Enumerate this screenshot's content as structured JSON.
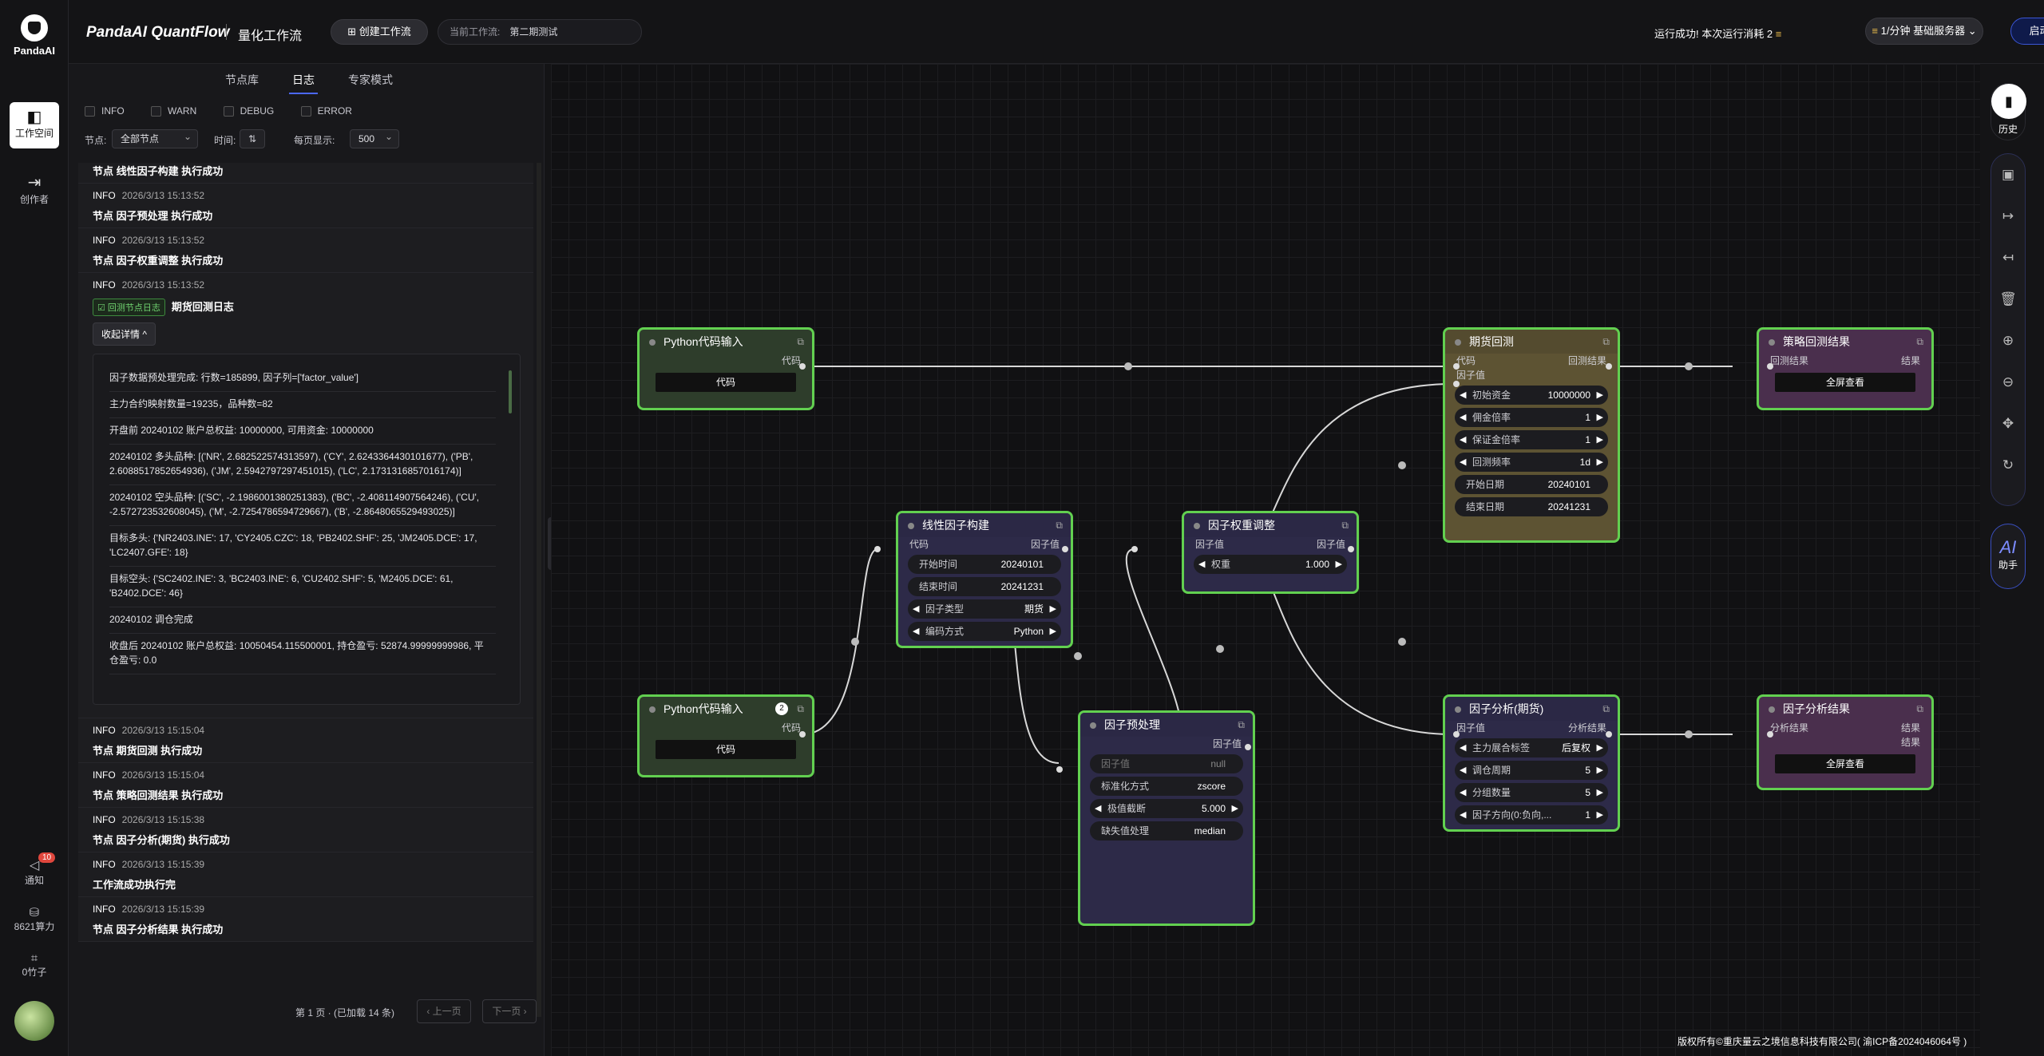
{
  "brand": {
    "logo_text": "PandaAI",
    "name": "PandaAI QuantFlow",
    "subtitle": "量化工作流"
  },
  "rail": {
    "workspace": "工作空间",
    "creator": "创作者",
    "notify": "通知",
    "notify_count": "10",
    "compute": "8621算力",
    "bamboo": "0竹子"
  },
  "topbar": {
    "create_btn": "⊞ 创建工作流",
    "wf_label": "当前工作流:",
    "wf_value": "第二期测试",
    "run_status": "运行成功! 本次运行消耗 2",
    "coin_icon": "coin-icon",
    "speed": "1/分钟  基础服务器",
    "start": "启动工作流"
  },
  "panel": {
    "tabs": [
      "节点库",
      "日志",
      "专家模式"
    ],
    "active_tab": "日志",
    "levels": [
      "INFO",
      "WARN",
      "DEBUG",
      "ERROR"
    ],
    "node_label": "节点:",
    "node_value": "全部节点",
    "time_label": "时间:",
    "time_icon": "sort-icon",
    "page_label": "每页显示:",
    "page_value": "500",
    "first_msg": "节点 线性因子构建 执行成功",
    "logs_before": [
      {
        "level": "INFO",
        "time": "2026/3/13 15:13:52",
        "msg": "节点 因子预处理 执行成功"
      },
      {
        "level": "INFO",
        "time": "2026/3/13 15:13:52",
        "msg": "节点 因子权重调整 执行成功"
      }
    ],
    "backtest_log": {
      "level": "INFO",
      "time": "2026/3/13 15:13:52",
      "tag": "回测节点日志",
      "title": "期货回测日志",
      "fold": "收起详情 ^",
      "lines": [
        "因子数据预处理完成: 行数=185899, 因子列=['factor_value']",
        "主力合约映射数量=19235，品种数=82",
        "开盘前 20240102 账户总权益: 10000000, 可用资金: 10000000",
        "20240102 多头品种: [('NR', 2.682522574313597), ('CY', 2.6243364430101677), ('PB', 2.6088517852654936), ('JM', 2.5942797297451015), ('LC', 2.1731316857016174)]",
        "20240102 空头品种: [('SC', -2.1986001380251383), ('BC', -2.408114907564246), ('CU', -2.572723532608045), ('M', -2.7254786594729667), ('B', -2.8648065529493025)]",
        "目标多头: {'NR2403.INE': 17, 'CY2405.CZC': 18, 'PB2402.SHF': 25, 'JM2405.DCE': 17, 'LC2407.GFE': 18}",
        "目标空头: {'SC2402.INE': 3, 'BC2403.INE': 6, 'CU2402.SHF': 5, 'M2405.DCE': 61, 'B2402.DCE': 46}",
        "20240102 调仓完成",
        "收盘后 20240102 账户总权益: 10050454.115500001, 持仓盈亏: 52874.99999999986, 平仓盈亏: 0.0"
      ]
    },
    "logs_after": [
      {
        "level": "INFO",
        "time": "2026/3/13 15:15:04",
        "msg": "节点 期货回测 执行成功"
      },
      {
        "level": "INFO",
        "time": "2026/3/13 15:15:04",
        "msg": "节点 策略回测结果 执行成功"
      },
      {
        "level": "INFO",
        "time": "2026/3/13 15:15:38",
        "msg": "节点 因子分析(期货) 执行成功"
      },
      {
        "level": "INFO",
        "time": "2026/3/13 15:15:39",
        "msg": "工作流成功执行完"
      },
      {
        "level": "INFO",
        "time": "2026/3/13 15:15:39",
        "msg": "节点 因子分析结果 执行成功"
      }
    ],
    "pager": {
      "info": "第 1 页 · (已加载 14 条)",
      "prev": "‹ 上一页",
      "next": "下一页 ›"
    }
  },
  "nodes": {
    "py1": {
      "title": "Python代码输入",
      "out": "代码",
      "btn": "代码"
    },
    "py2": {
      "title": "Python代码输入",
      "badge": "2",
      "out": "代码",
      "btn": "代码"
    },
    "linear": {
      "title": "线性因子构建",
      "in": "代码",
      "out": "因子值",
      "f1": "开始时间",
      "v1": "20240101",
      "f2": "结束时间",
      "v2": "20241231",
      "f3": "因子类型",
      "v3": "期货",
      "f4": "编码方式",
      "v4": "Python"
    },
    "pre": {
      "title": "因子预处理",
      "out": "因子值",
      "f0": "因子值",
      "v0": "null",
      "f1": "标准化方式",
      "v1": "zscore",
      "f2": "极值截断",
      "v2": "5.000",
      "f3": "缺失值处理",
      "v3": "median"
    },
    "weight": {
      "title": "因子权重调整",
      "in": "因子值",
      "out": "因子值",
      "f1": "权重",
      "v1": "1.000"
    },
    "bt": {
      "title": "期货回测",
      "in1": "代码",
      "in2": "因子值",
      "out": "回测结果",
      "f1": "初始资金",
      "v1": "10000000",
      "f2": "佣金倍率",
      "v2": "1",
      "f3": "保证金倍率",
      "v3": "1",
      "f4": "回测频率",
      "v4": "1d",
      "f5": "开始日期",
      "v5": "20240101",
      "f6": "结束日期",
      "v6": "20241231"
    },
    "res": {
      "title": "策略回测结果",
      "in": "回测结果",
      "out": "结果",
      "btn": "全屏查看"
    },
    "fa": {
      "title": "因子分析(期货)",
      "in": "因子值",
      "out": "分析结果",
      "f1": "主力展合标签",
      "v1": "后复权",
      "f2": "调仓周期",
      "v2": "5",
      "f3": "分组数量",
      "v3": "5",
      "f4": "因子方向(0:负向,...",
      "v4": "1"
    },
    "far": {
      "title": "因子分析结果",
      "in": "分析结果",
      "out1": "结果",
      "out2": "结果",
      "btn": "全屏查看"
    }
  },
  "right": {
    "history": "历史",
    "ai": "AI",
    "ai_label": "助手"
  },
  "footer": "版权所有©重庆量云之境信息科技有限公司( 渝ICP备2024046064号 )"
}
